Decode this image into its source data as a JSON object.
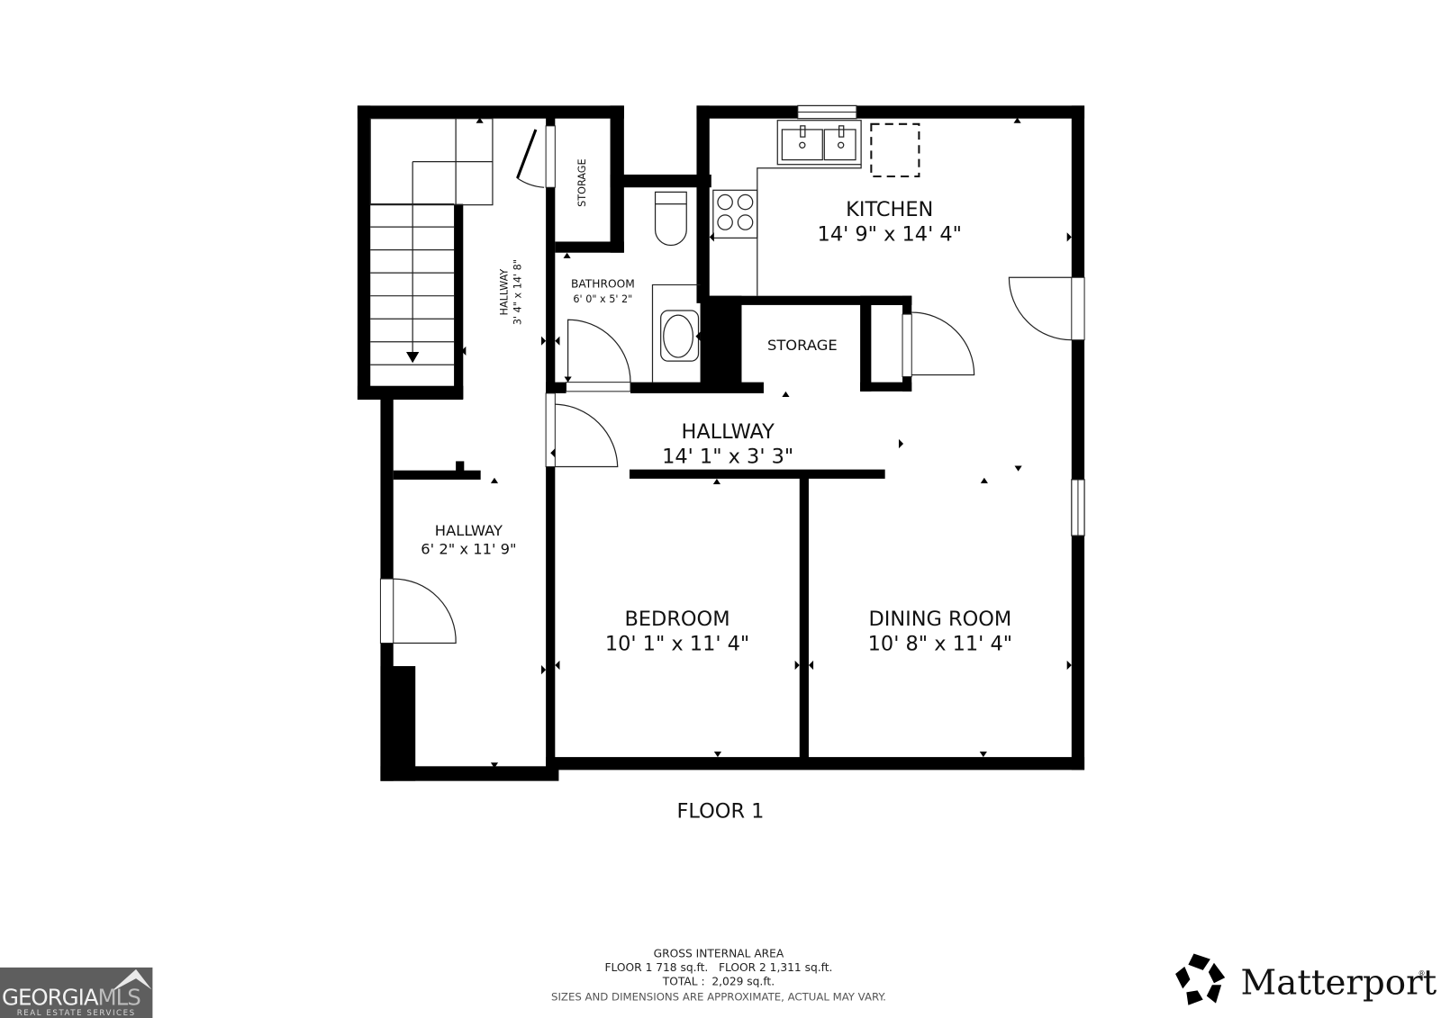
{
  "floor_title": "FLOOR 1",
  "rooms": {
    "kitchen": {
      "name": "KITCHEN",
      "dims": "14' 9\" x 14' 4\""
    },
    "storage_large": {
      "name": "STORAGE"
    },
    "storage_small": {
      "name": "STORAGE"
    },
    "bathroom": {
      "name": "BATHROOM",
      "dims": "6' 0\" x 5' 2\""
    },
    "hallway_vertical": {
      "name": "HALLWAY",
      "dims": "3' 4\" x 14' 8\""
    },
    "hallway_center": {
      "name": "HALLWAY",
      "dims": "14' 1\" x 3' 3\""
    },
    "hallway_left": {
      "name": "HALLWAY",
      "dims": "6' 2\" x 11' 9\""
    },
    "bedroom": {
      "name": "BEDROOM",
      "dims": "10' 1\" x 11' 4\""
    },
    "dining_room": {
      "name": "DINING ROOM",
      "dims": "10' 8\" x 11' 4\""
    }
  },
  "fixtures": [
    "staircase-icon",
    "double-sink-icon",
    "stove-icon",
    "toilet-icon",
    "bathtub-sink-icon",
    "appliance-dashed-outline"
  ],
  "area_summary": {
    "heading": "GROSS INTERNAL AREA",
    "floors_line": "FLOOR 1 718 sq.ft.   FLOOR 2 1,311 sq.ft.",
    "total_line": "TOTAL :  2,029 sq.ft.",
    "disclaimer": "SIZES AND DIMENSIONS ARE APPROXIMATE, ACTUAL MAY VARY."
  },
  "logos": {
    "georgia_mls": {
      "main": "GEORGIA",
      "accent": "MLS",
      "sub": "REAL ESTATE SERVICES",
      "bg_color": "#5e5e5e"
    },
    "matterport": {
      "name": "Matterport",
      "reg": "®"
    }
  },
  "colors": {
    "wall": "#000000",
    "background": "#ffffff",
    "text": "#111111"
  }
}
